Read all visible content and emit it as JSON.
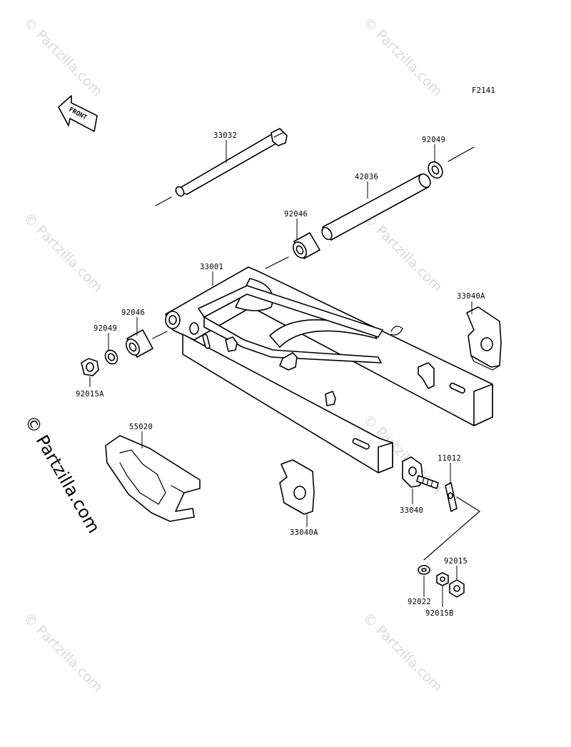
{
  "figure_code": "F2141",
  "front_label": "FRONT",
  "watermark": "© Partzilla.com",
  "watermark_big": "© Partzilla.com",
  "parts": {
    "p33032": "33032",
    "p92049_top": "92049",
    "p42036": "42036",
    "p92046_top": "92046",
    "p33001": "33001",
    "p33040A_right": "33040A",
    "p92046_left": "92046",
    "p92049_left": "92049",
    "p92015A": "92015A",
    "p55020": "55020",
    "p11012": "11012",
    "p33040": "33040",
    "p33040A_bottom": "33040A",
    "p92015": "92015",
    "p92022": "92022",
    "p92015B": "92015B"
  }
}
